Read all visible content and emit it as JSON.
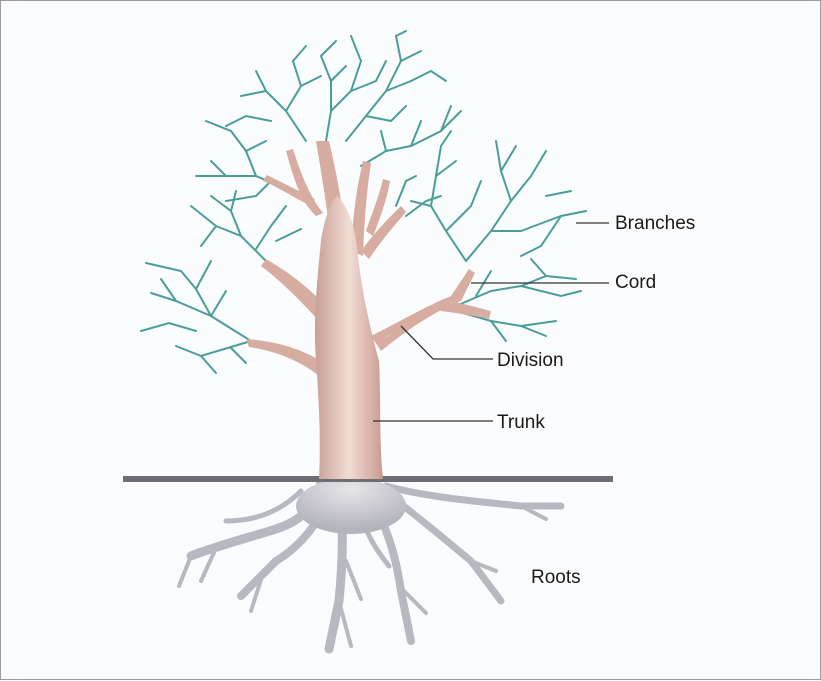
{
  "labels": {
    "branches": "Branches",
    "cord": "Cord",
    "division": "Division",
    "trunk": "Trunk",
    "roots": "Roots"
  },
  "colors": {
    "branch_tips": "#4a9e9a",
    "trunk": "#d8b0a4",
    "roots": "#c2c2c8",
    "ground_line": "#6e6c74",
    "leader_lines": "#333333"
  }
}
